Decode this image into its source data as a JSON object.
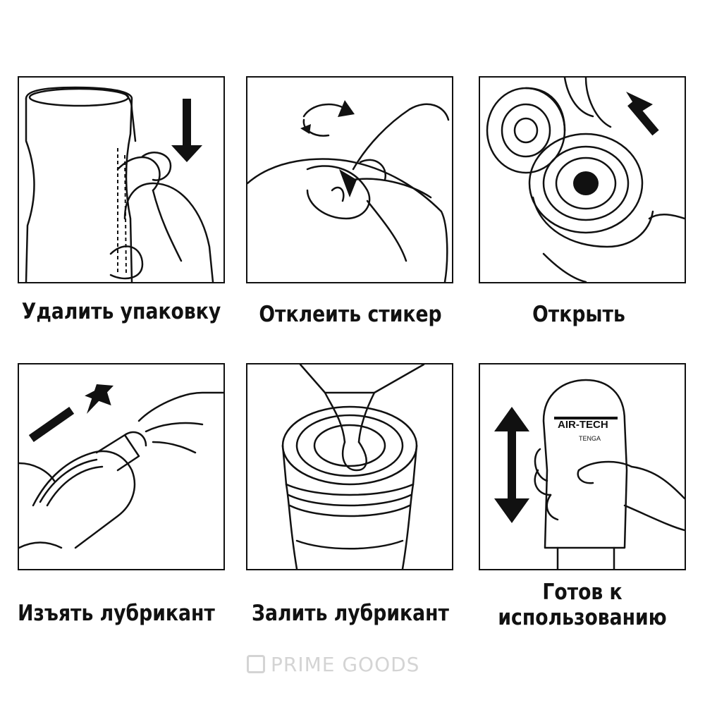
{
  "steps": [
    {
      "caption": "Удалить упаковку"
    },
    {
      "caption": "Отклеить стикер"
    },
    {
      "caption": "Открыть"
    },
    {
      "caption": "Изъять лубрикант"
    },
    {
      "caption": "Залить лубрикант"
    },
    {
      "caption_line1": "Готов к",
      "caption_line2": "использованию"
    }
  ],
  "product_label": {
    "brand": "AIR-TECH",
    "sub": "TENGA"
  },
  "watermark": "PRIME GOODS",
  "colors": {
    "ink": "#111111",
    "background": "#ffffff",
    "watermark": "#d4d4d4"
  }
}
